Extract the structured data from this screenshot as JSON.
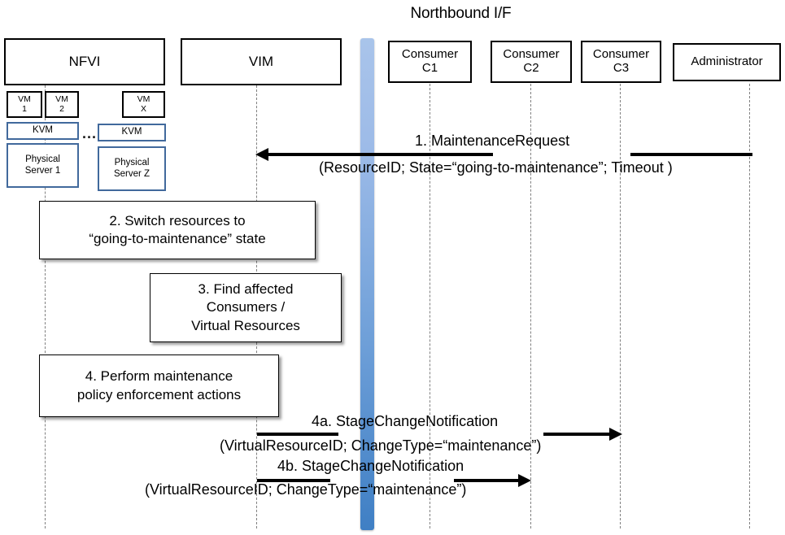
{
  "diagram": {
    "title": "Northbound I/F",
    "type": "uml-sequence-diagram"
  },
  "colors": {
    "northbound_bar_top": "#a9c4ea",
    "northbound_bar_bottom": "#3f7fc4",
    "infra_box_border": "#41699c",
    "actor_border": "#000000",
    "lifeline": "#808080",
    "arrow": "#000000"
  },
  "actors": [
    {
      "id": "nfvi",
      "label": "NFVI"
    },
    {
      "id": "vim",
      "label": "VIM"
    },
    {
      "id": "consumer_c1",
      "label": "Consumer\nC1"
    },
    {
      "id": "consumer_c2",
      "label": "Consumer\nC2"
    },
    {
      "id": "consumer_c3",
      "label": "Consumer\nC3"
    },
    {
      "id": "administrator",
      "label": "Administrator"
    }
  ],
  "nfvi_internals": {
    "vms": [
      {
        "label": "VM\n1"
      },
      {
        "label": "VM\n2"
      },
      {
        "label": "VM\nX"
      }
    ],
    "hypervisors": [
      {
        "label": "KVM"
      },
      {
        "label": "KVM"
      }
    ],
    "servers": [
      {
        "label": "Physical\nServer 1"
      },
      {
        "label": "Physical\nServer Z"
      }
    ],
    "ellipsis": "..."
  },
  "messages": [
    {
      "id": "msg-1",
      "number": "1.",
      "name": "MaintenanceRequest",
      "label": "1.   MaintenanceRequest",
      "params": "(ResourceID; State=“going-to-maintenance”; Timeout )",
      "from": "administrator",
      "to": "vim",
      "direction": "left"
    },
    {
      "id": "msg-4a",
      "number": "4a.",
      "name": "StageChangeNotification",
      "label": "4a. StageChangeNotification",
      "params": "(VirtualResourceID; ChangeType=“maintenance”)",
      "from": "vim",
      "to": "consumer_c3",
      "direction": "right"
    },
    {
      "id": "msg-4b",
      "number": "4b.",
      "name": "StageChangeNotification",
      "label": "4b. StageChangeNotification",
      "params": "(VirtualResourceID; ChangeType=“maintenance”)",
      "from": "vim",
      "to": "consumer_c2",
      "direction": "right"
    }
  ],
  "notes": [
    {
      "id": "note-2",
      "number": "2.",
      "text": "2. Switch resources to\n“going-to-maintenance” state"
    },
    {
      "id": "note-3",
      "number": "3.",
      "text": "3. Find affected\nConsumers /\nVirtual Resources"
    },
    {
      "id": "note-4",
      "number": "4.",
      "text": "4. Perform maintenance\npolicy enforcement actions"
    }
  ]
}
